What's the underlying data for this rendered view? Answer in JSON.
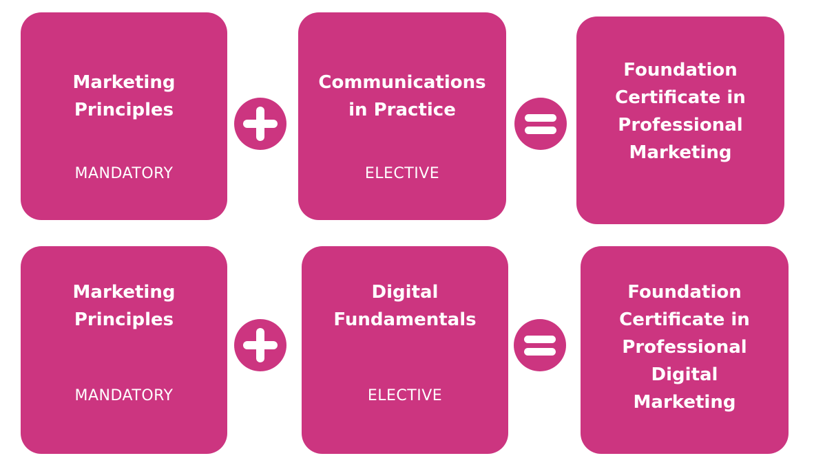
{
  "colors": {
    "accent": "#cc3580",
    "text": "#ffffff",
    "background": "#ffffff"
  },
  "rows": [
    {
      "first": {
        "title": "Marketing\nPrinciples",
        "tag": "MANDATORY"
      },
      "operator_plus": "plus-icon",
      "second": {
        "title": "Communications\nin Practice",
        "tag": "ELECTIVE"
      },
      "operator_equals": "equals-icon",
      "result": {
        "title": "Foundation\nCertificate in\nProfessional\nMarketing"
      }
    },
    {
      "first": {
        "title": "Marketing\nPrinciples",
        "tag": "MANDATORY"
      },
      "operator_plus": "plus-icon",
      "second": {
        "title": "Digital\nFundamentals",
        "tag": "ELECTIVE"
      },
      "operator_equals": "equals-icon",
      "result": {
        "title": "Foundation\nCertificate in\nProfessional\nDigital\nMarketing"
      }
    }
  ]
}
